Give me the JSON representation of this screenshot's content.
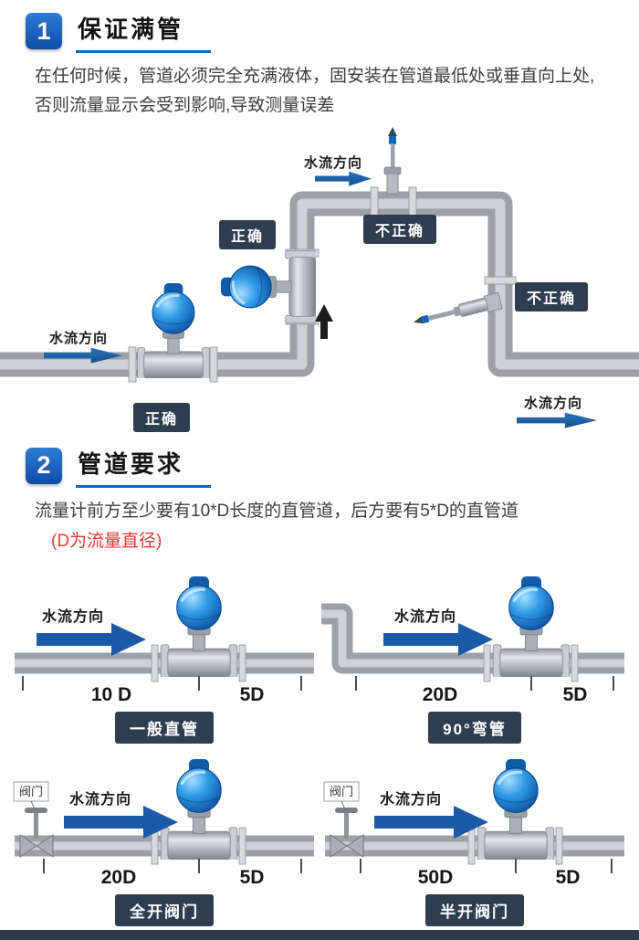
{
  "section1": {
    "number": "1",
    "title": "保证满管",
    "body": "在任何时候，管道必须完全充满液体，固安装在管道最低处或垂直向上处,否则流量显示会受到影响,导致测量误差",
    "diagram": {
      "flow_top": "水流方向",
      "badge_correct_side": "正确",
      "badge_incorrect_top": "不正确",
      "badge_incorrect_right": "不正确",
      "flow_left": "水流方向",
      "flow_right": "水流方向",
      "badge_correct_bottom": "正确"
    }
  },
  "section2": {
    "number": "2",
    "title": "管道要求",
    "body": "流量计前方至少要有10*D长度的直管道，后方要有5*D的直管道",
    "note": "(D为流量直径)",
    "diagrams": [
      {
        "flow": "水流方向",
        "d1": "10 D",
        "d2": "5D",
        "badge": "一般直管"
      },
      {
        "flow": "水流方向",
        "d1": "20D",
        "d2": "5D",
        "badge": "90°弯管"
      },
      {
        "flow": "水流方向",
        "d1": "20D",
        "d2": "5D",
        "badge": "全开阀门",
        "valve_label": "阀门"
      },
      {
        "flow": "水流方向",
        "d1": "50D",
        "d2": "5D",
        "badge": "半开阀门",
        "valve_label": "阀门"
      }
    ]
  },
  "colors": {
    "accent_blue": "#1567c2",
    "arrow_blue": "#1a5aa6",
    "badge_navy": "#2e3e50",
    "note_red": "#e53935",
    "meter_blue": "#1e88e5",
    "pipe_gray": "#9ba1a8"
  }
}
